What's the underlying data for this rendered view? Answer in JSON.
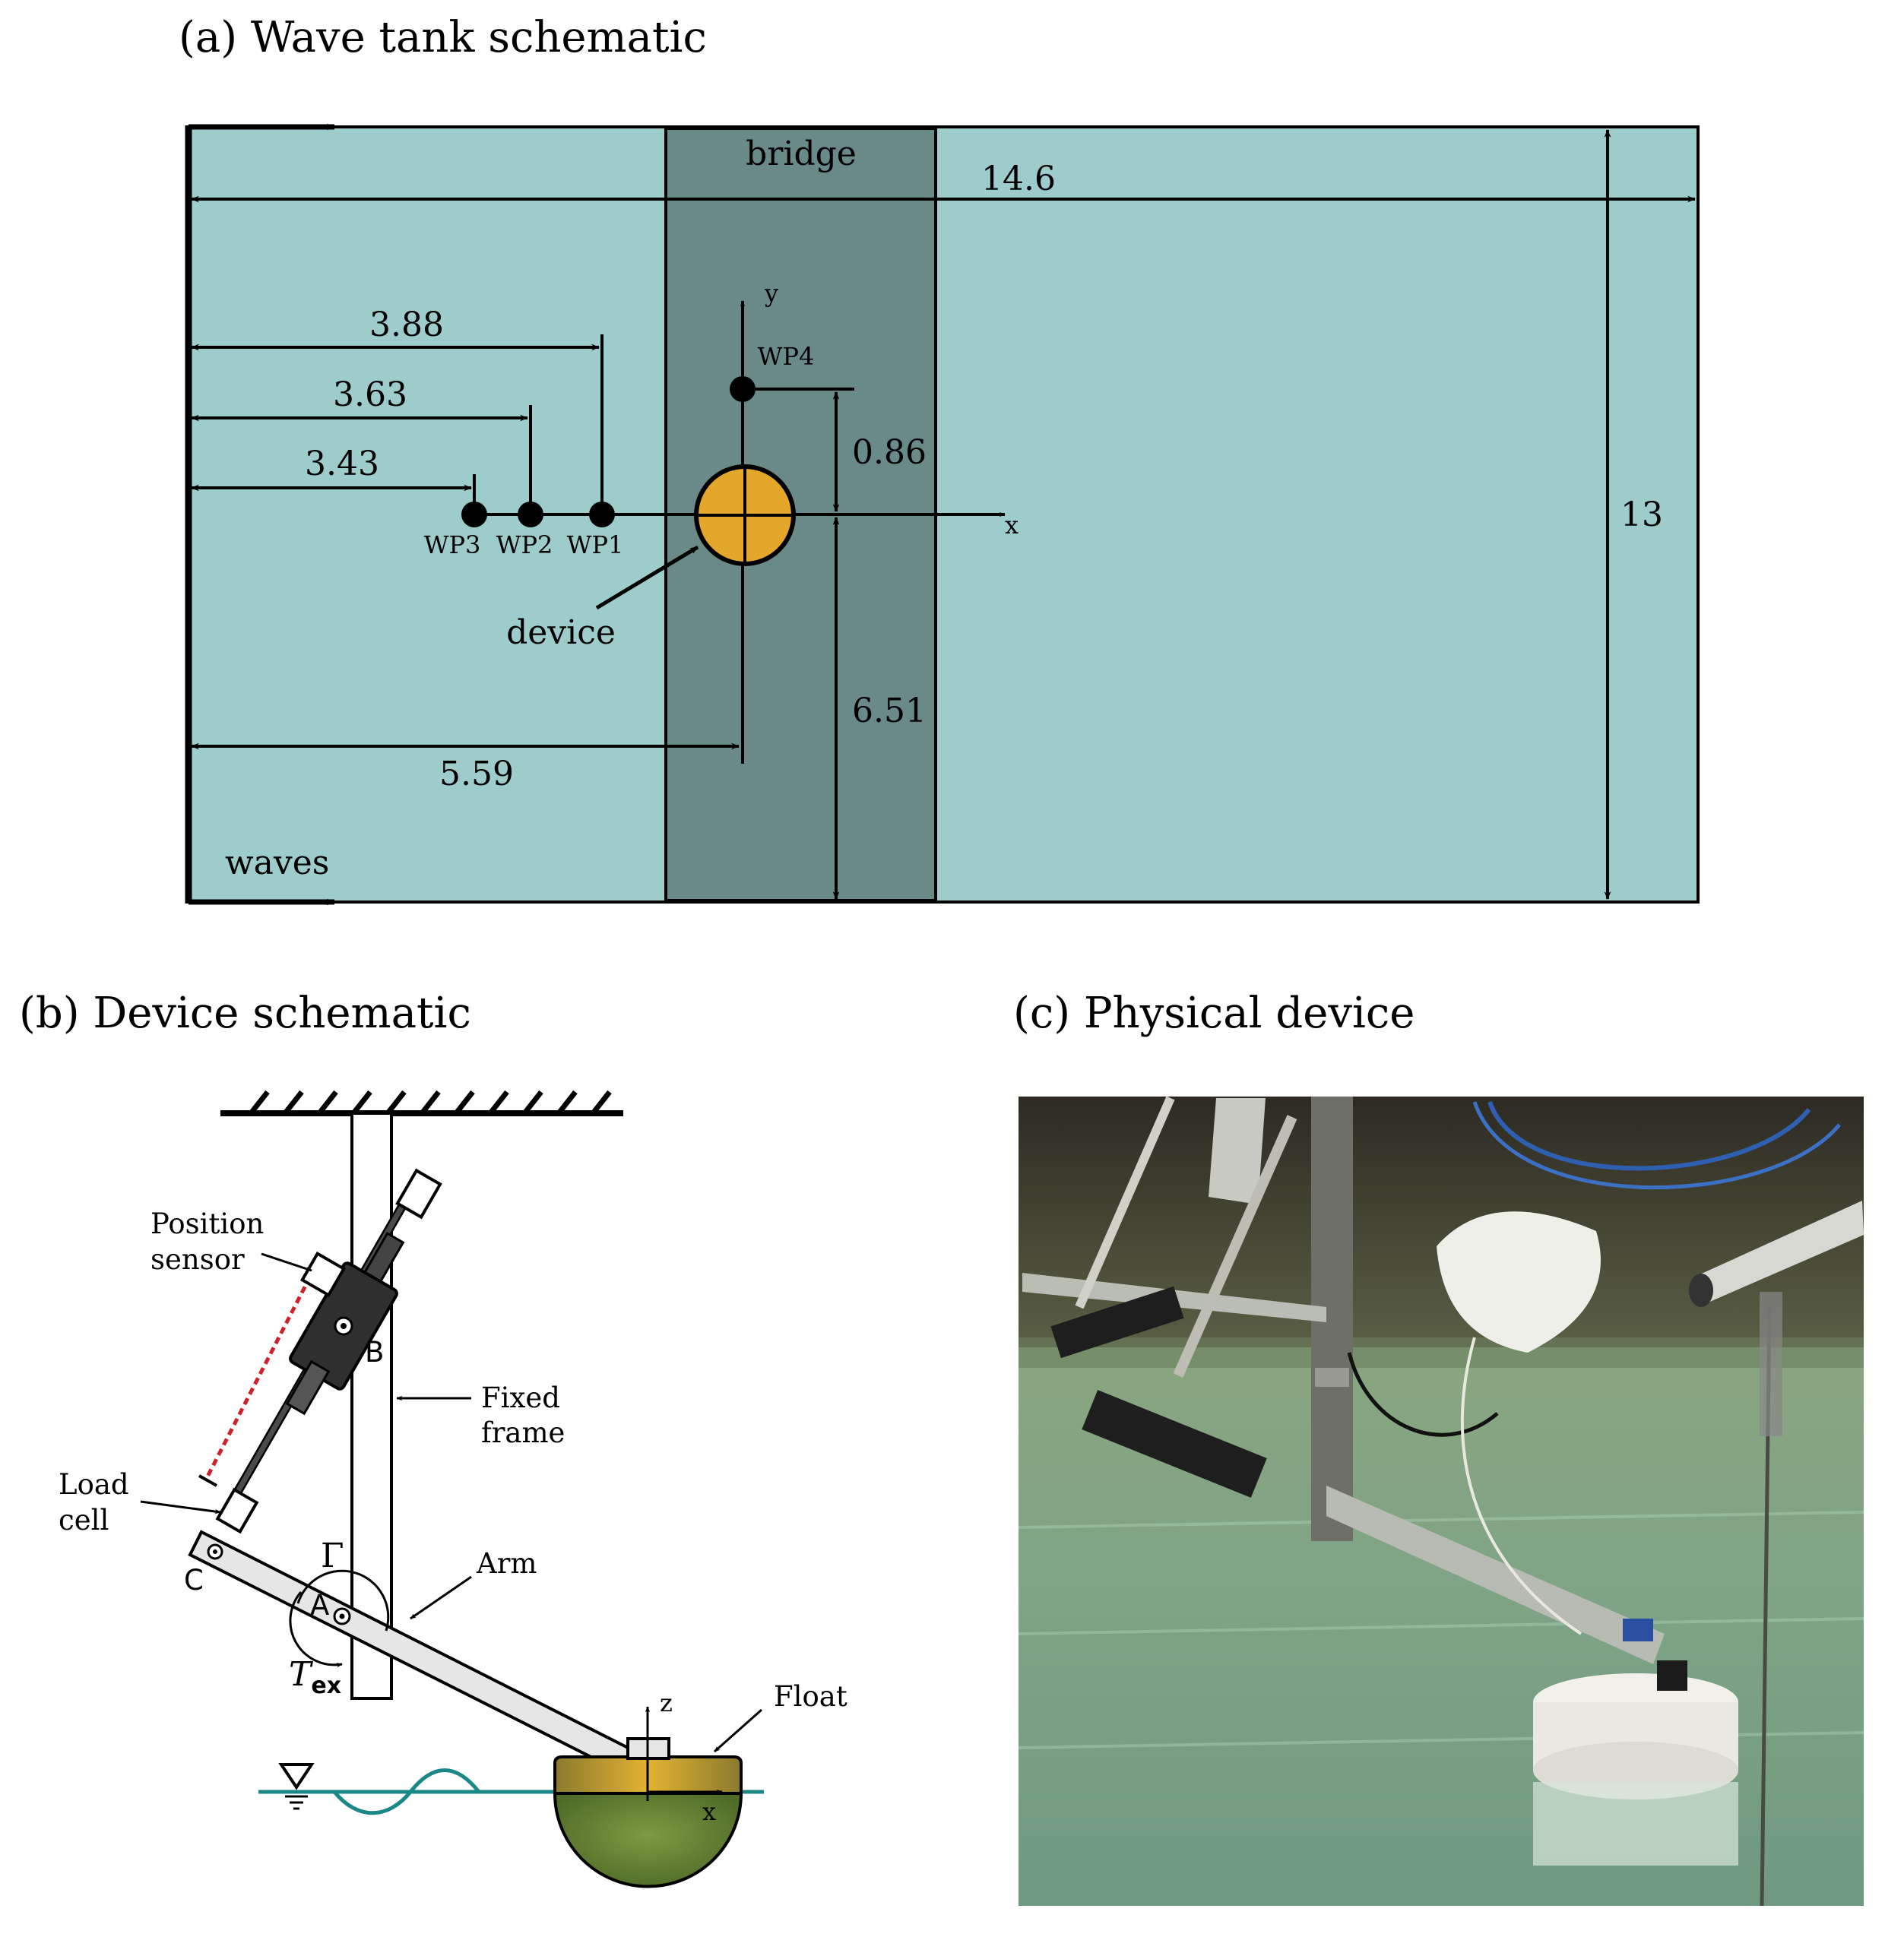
{
  "panel_a": {
    "title": "(a) Wave tank schematic",
    "bridge_label": "bridge",
    "waves_label": "waves",
    "device_label": "device",
    "dims": {
      "length": "14.6",
      "width": "13",
      "wp1": "3.88",
      "wp2": "3.63",
      "wp3": "3.43",
      "device_x": "5.59",
      "wp4_offset": "0.86",
      "device_y": "6.51"
    },
    "axes": {
      "x": "x",
      "y": "y"
    },
    "probes": [
      "WP1",
      "WP2",
      "WP3",
      "WP4"
    ]
  },
  "panel_b": {
    "title": "(b) Device schematic",
    "position_sensor_1": "Position",
    "position_sensor_2": "sensor",
    "fixed_frame_1": "Fixed",
    "fixed_frame_2": "frame",
    "load_cell_1": "Load",
    "load_cell_2": "cell",
    "arm": "Arm",
    "float": "Float",
    "point_a": "A",
    "point_b": "B",
    "point_c": "C",
    "gamma": "Γ",
    "torque_T": "T",
    "torque_sub": "ex",
    "axis_z": "z",
    "axis_x": "x"
  },
  "panel_c": {
    "title": "(c) Physical device"
  },
  "colors": {
    "tank": "#9dcccb",
    "bridge": "#6a8989",
    "device": "#e4a72b",
    "float_top": "#d4a52e",
    "float_body": "#6f8a3a",
    "water_line": "#1c8787",
    "sensor_line": "#d0202a"
  }
}
